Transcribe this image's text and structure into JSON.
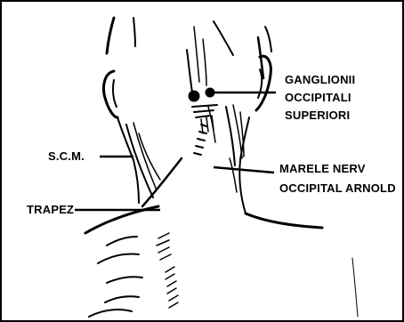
{
  "labels": {
    "ganglionii": [
      "GANGLIONII",
      "OCCIPITALI",
      "SUPERIORI"
    ],
    "scm": "S.C.M.",
    "trapez": "TRAPEZ",
    "nerv": [
      "MARELE NERV",
      "OCCIPITAL ARNOLD"
    ]
  },
  "colors": {
    "ink": "#000000",
    "paper": "#ffffff"
  }
}
